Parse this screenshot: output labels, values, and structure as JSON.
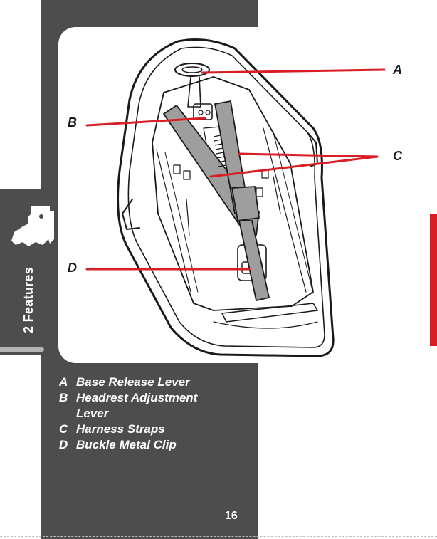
{
  "section": {
    "label": "2 Features",
    "icon": "infant-car-seat-icon"
  },
  "callouts": [
    "A",
    "B",
    "C",
    "D"
  ],
  "legend": [
    {
      "key": "A",
      "text": "Base Release Lever"
    },
    {
      "key": "B",
      "text": "Headrest Adjustment Lever"
    },
    {
      "key": "C",
      "text": "Harness Straps"
    },
    {
      "key": "D",
      "text": "Buckle Metal Clip"
    }
  ],
  "page_number": "16",
  "colors": {
    "panel": "#4d4d4d",
    "callout_line": "#d81f26",
    "strap": "#9e9e9e",
    "edge_mark": "#d81f26"
  }
}
